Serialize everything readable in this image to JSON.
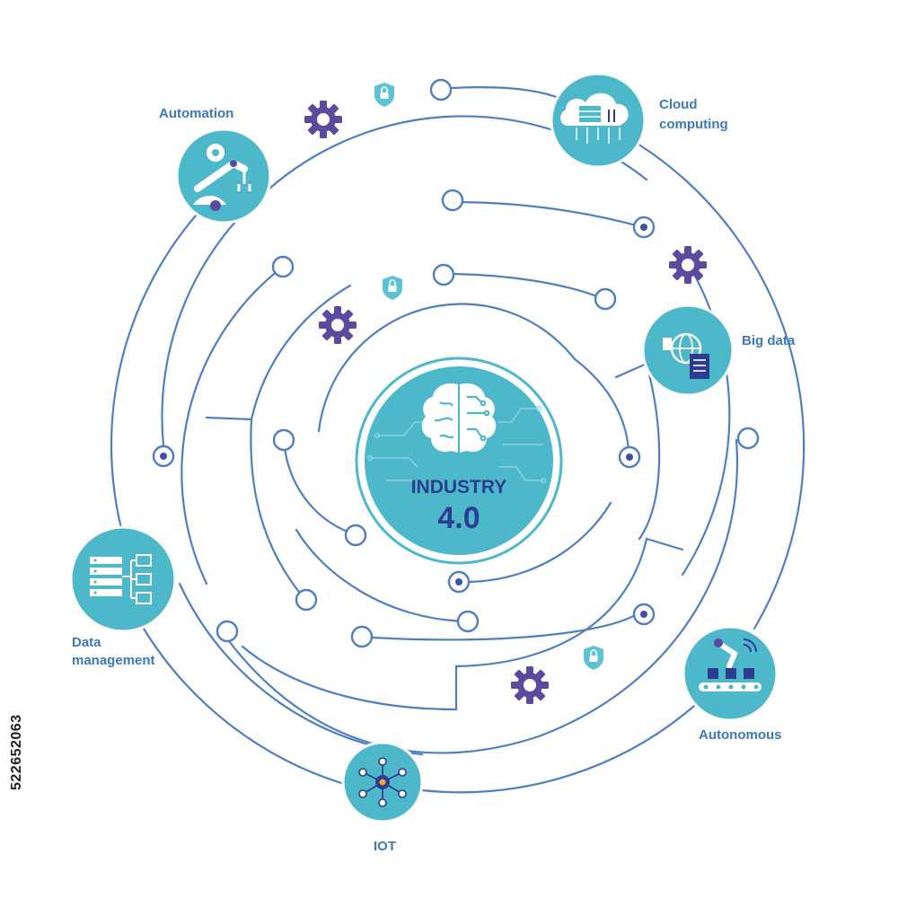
{
  "center": {
    "title": "INDUSTRY",
    "version": "4.0"
  },
  "nodes": {
    "automation": "Automation",
    "cloud_line1": "Cloud",
    "cloud_line2": "computing",
    "big_data": "Big data",
    "data_mgmt_line1": "Data",
    "data_mgmt_line2": "management",
    "autonomous": "Autonomous",
    "iot": "IOT"
  },
  "watermark_id": "522652063",
  "colors": {
    "line": "#4f7fc1",
    "node_fill": "#4db8c9",
    "accent": "#2c3d8f",
    "gear": "#5b4a9e",
    "label": "#3b79b8"
  }
}
